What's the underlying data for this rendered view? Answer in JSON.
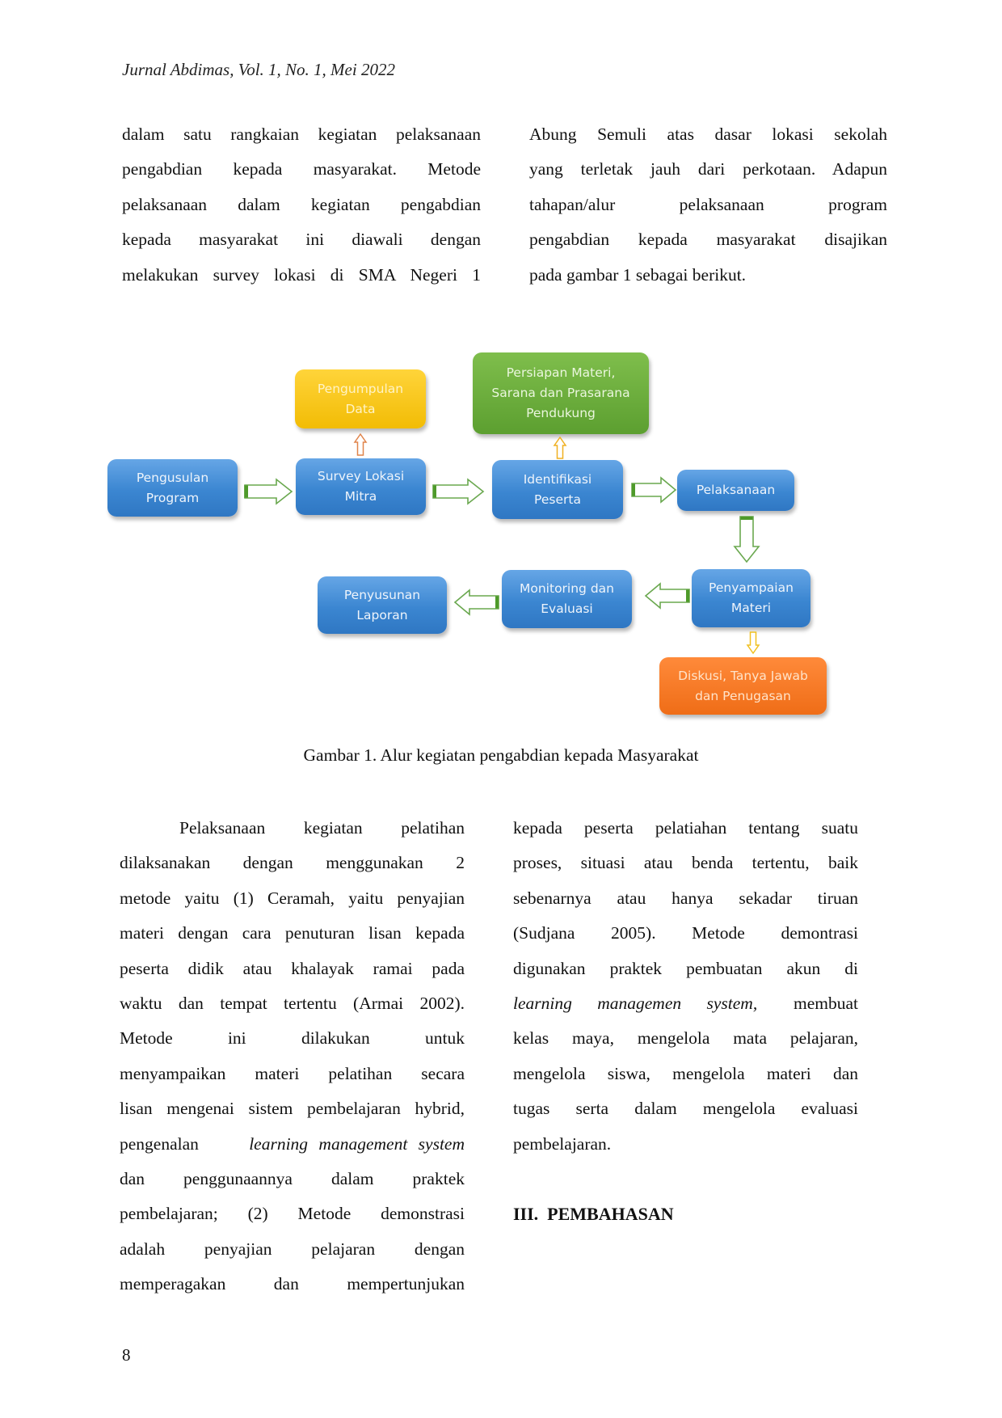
{
  "header": {
    "running_title": "Jurnal Abdimas, Vol. 1, No. 1, Mei 2022"
  },
  "top_text": {
    "left_lines": [
      "dalam satu rangkaian kegiatan pelaksanaan",
      "pengabdian kepada masyarakat. Metode",
      "pelaksanaan dalam kegiatan pengabdian",
      "kepada masyarakat ini diawali dengan",
      "melakukan survey lokasi di SMA Negeri 1"
    ],
    "right_lines": [
      "Abung Semuli atas dasar lokasi sekolah",
      "yang terletak jauh dari perkotaan. Adapun",
      "tahapan/alur pelaksanaan program",
      "pengabdian kepada masyarakat disajikan",
      "pada gambar 1 sebagai berikut."
    ]
  },
  "diagram": {
    "boxes": {
      "pengusulan": [
        "Pengusulan",
        "Program"
      ],
      "pengumpulan": [
        "Pengumpulan",
        "Data"
      ],
      "survey": [
        "Survey Lokasi",
        "Mitra"
      ],
      "persiapan": [
        "Persiapan Materi,",
        "Sarana dan Prasarana",
        "Pendukung"
      ],
      "identifikasi": [
        "Identifikasi",
        "Peserta"
      ],
      "pelaksanaan": [
        "Pelaksanaan"
      ],
      "penyampaian": [
        "Penyampaian",
        "Materi"
      ],
      "monitoring": [
        "Monitoring dan",
        "Evaluasi"
      ],
      "penyusunan": [
        "Penyusunan",
        "Laporan"
      ],
      "diskusi": [
        "Diskusi, Tanya Jawab",
        "dan Penugasan"
      ]
    },
    "colors": {
      "blue": "#3b86d1",
      "yellow": "#f7c40f",
      "green": "#6aac3a",
      "orange": "#f47a24",
      "arrow_green": "#6aa84f",
      "arrow_orange": "#e0844a",
      "arrow_yellow": "#f0c020"
    }
  },
  "caption": "Gambar 1. Alur kegiatan pengabdian kepada Masyarakat",
  "bottom_text": {
    "left_lines": [
      "Pelaksanaan kegiatan pelatihan",
      "dilaksanakan dengan menggunakan 2",
      "metode yaitu (1) Ceramah, yaitu penyajian",
      "materi dengan cara penuturan lisan kepada",
      "peserta didik atau khalayak ramai pada",
      "waktu dan tempat tertentu (Armai 2002).",
      "Metode ini dilakukan untuk",
      "menyampaikan materi pelatihan secara",
      "lisan mengenai sistem pembelajaran hybrid,",
      "pengenalan",
      "learning management system",
      "dan penggunaannya dalam praktek",
      "pembelajaran; (2) Metode demonstrasi",
      "adalah penyajian pelajaran dengan",
      "memperagakan dan mempertunjukan"
    ],
    "right_lines": [
      "kepada peserta pelatiahan tentang suatu",
      "proses, situasi atau benda tertentu, baik",
      "sebenarnya atau hanya sekadar tiruan",
      "(Sudjana 2005). Metode demontrasi",
      "digunakan praktek pembuatan akun di",
      "learning managemen system,",
      "membuat",
      "kelas maya, mengelola mata pelajaran,",
      "mengelola siswa, mengelola materi dan",
      "tugas serta dalam mengelola evaluasi",
      "pembelajaran."
    ],
    "section_heading": "III.  PEMBAHASAN"
  },
  "page_number": "8"
}
